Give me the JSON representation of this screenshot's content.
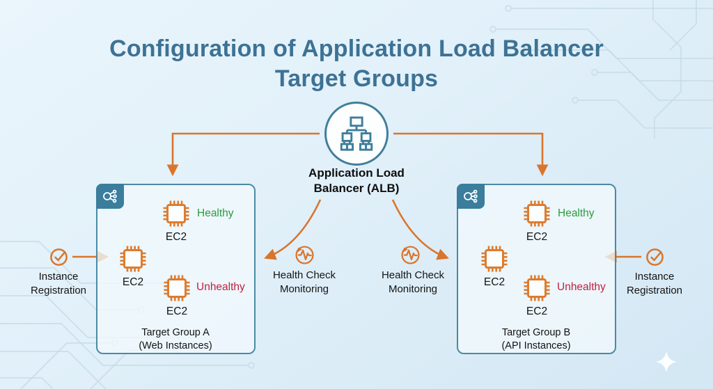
{
  "title": {
    "line1": "Configuration of Application Load Balancer",
    "line2": "Target Groups"
  },
  "alb": {
    "icon": "load-balancer-tree-icon",
    "label_line1": "Application Load",
    "label_line2": "Balancer (ALB)"
  },
  "health_check": {
    "icon": "pulse-monitor-icon",
    "line1": "Health Check",
    "line2": "Monitoring"
  },
  "instance_registration": {
    "icon": "check-circle-icon",
    "line1": "Instance",
    "line2": "Registration"
  },
  "groups": [
    {
      "title": "Target Group A",
      "subtitle": "(Web Instances)",
      "badge_icon": "elb-node-icon",
      "instances": [
        {
          "label": "EC2",
          "status": "Healthy"
        },
        {
          "label": "EC2",
          "status": ""
        },
        {
          "label": "EC2",
          "status": "Unhealthy"
        }
      ]
    },
    {
      "title": "Target Group B",
      "subtitle": "(API Instances)",
      "badge_icon": "elb-node-icon",
      "instances": [
        {
          "label": "EC2",
          "status": "Healthy"
        },
        {
          "label": "EC2",
          "status": ""
        },
        {
          "label": "EC2",
          "status": "Unhealthy"
        }
      ]
    }
  ],
  "colors": {
    "accent_orange": "#d9752c",
    "chip_orange": "#dd7c2f",
    "teal_border": "#4b8aa5",
    "badge_teal": "#3a7d9c",
    "alb_circle_teal": "#417e9c",
    "healthy_green": "#2e9b3f",
    "unhealthy_red": "#c2203f",
    "title_blue": "#3d7294",
    "background_blue": "#e1f0f9"
  }
}
